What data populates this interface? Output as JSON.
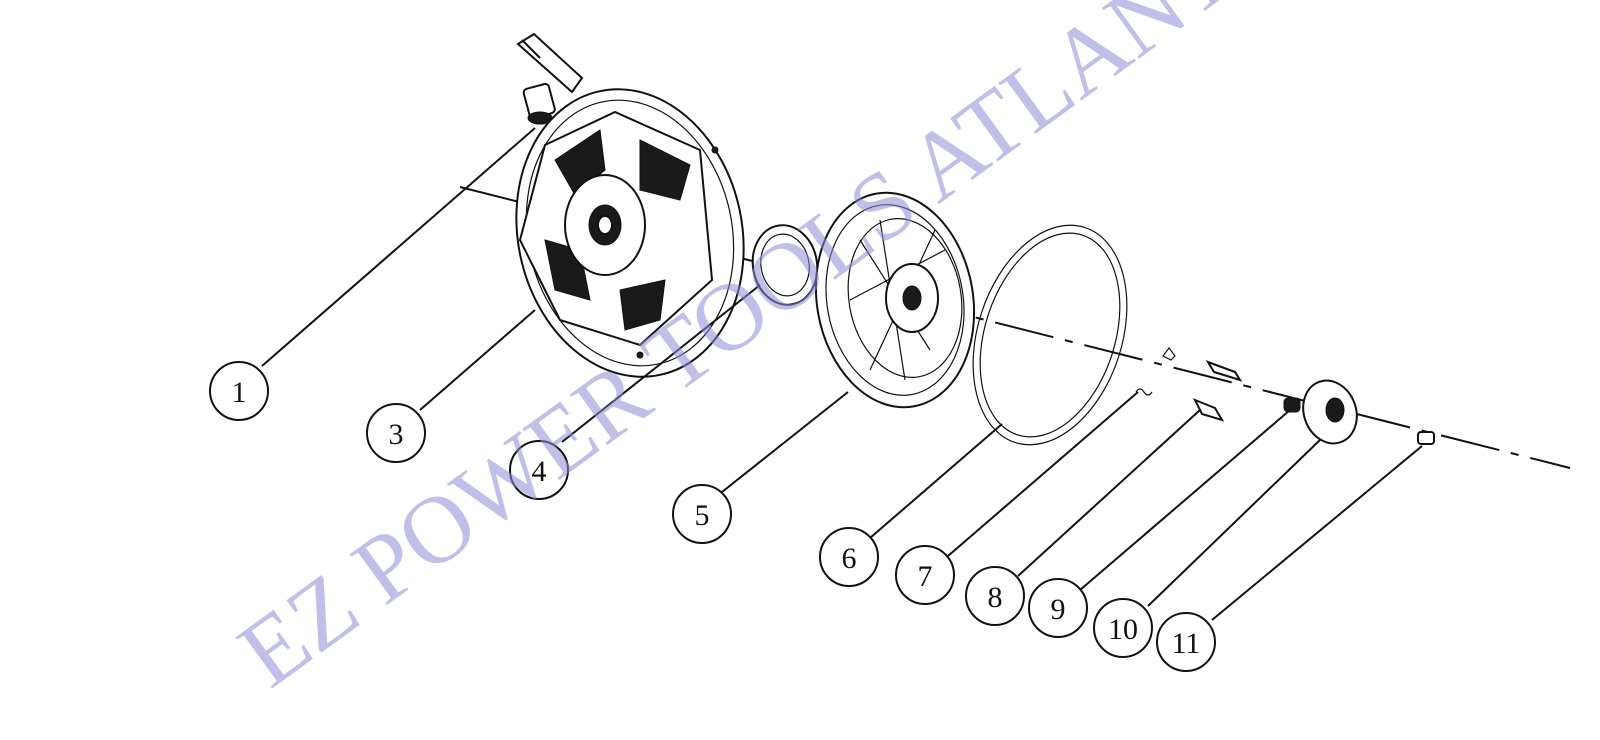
{
  "watermark": "EZ POWER TOOLS ATLANTA USA",
  "callouts": [
    {
      "label": "1",
      "part": "starter-handle"
    },
    {
      "label": "3",
      "part": "starter-housing"
    },
    {
      "label": "4",
      "part": "recoil-spring"
    },
    {
      "label": "5",
      "part": "starter-pulley"
    },
    {
      "label": "6",
      "part": "starter-rope"
    },
    {
      "label": "7",
      "part": "pawl-spring"
    },
    {
      "label": "8",
      "part": "pawl"
    },
    {
      "label": "9",
      "part": "friction-spring"
    },
    {
      "label": "10",
      "part": "ratchet-guide"
    },
    {
      "label": "11",
      "part": "center-bolt"
    }
  ]
}
